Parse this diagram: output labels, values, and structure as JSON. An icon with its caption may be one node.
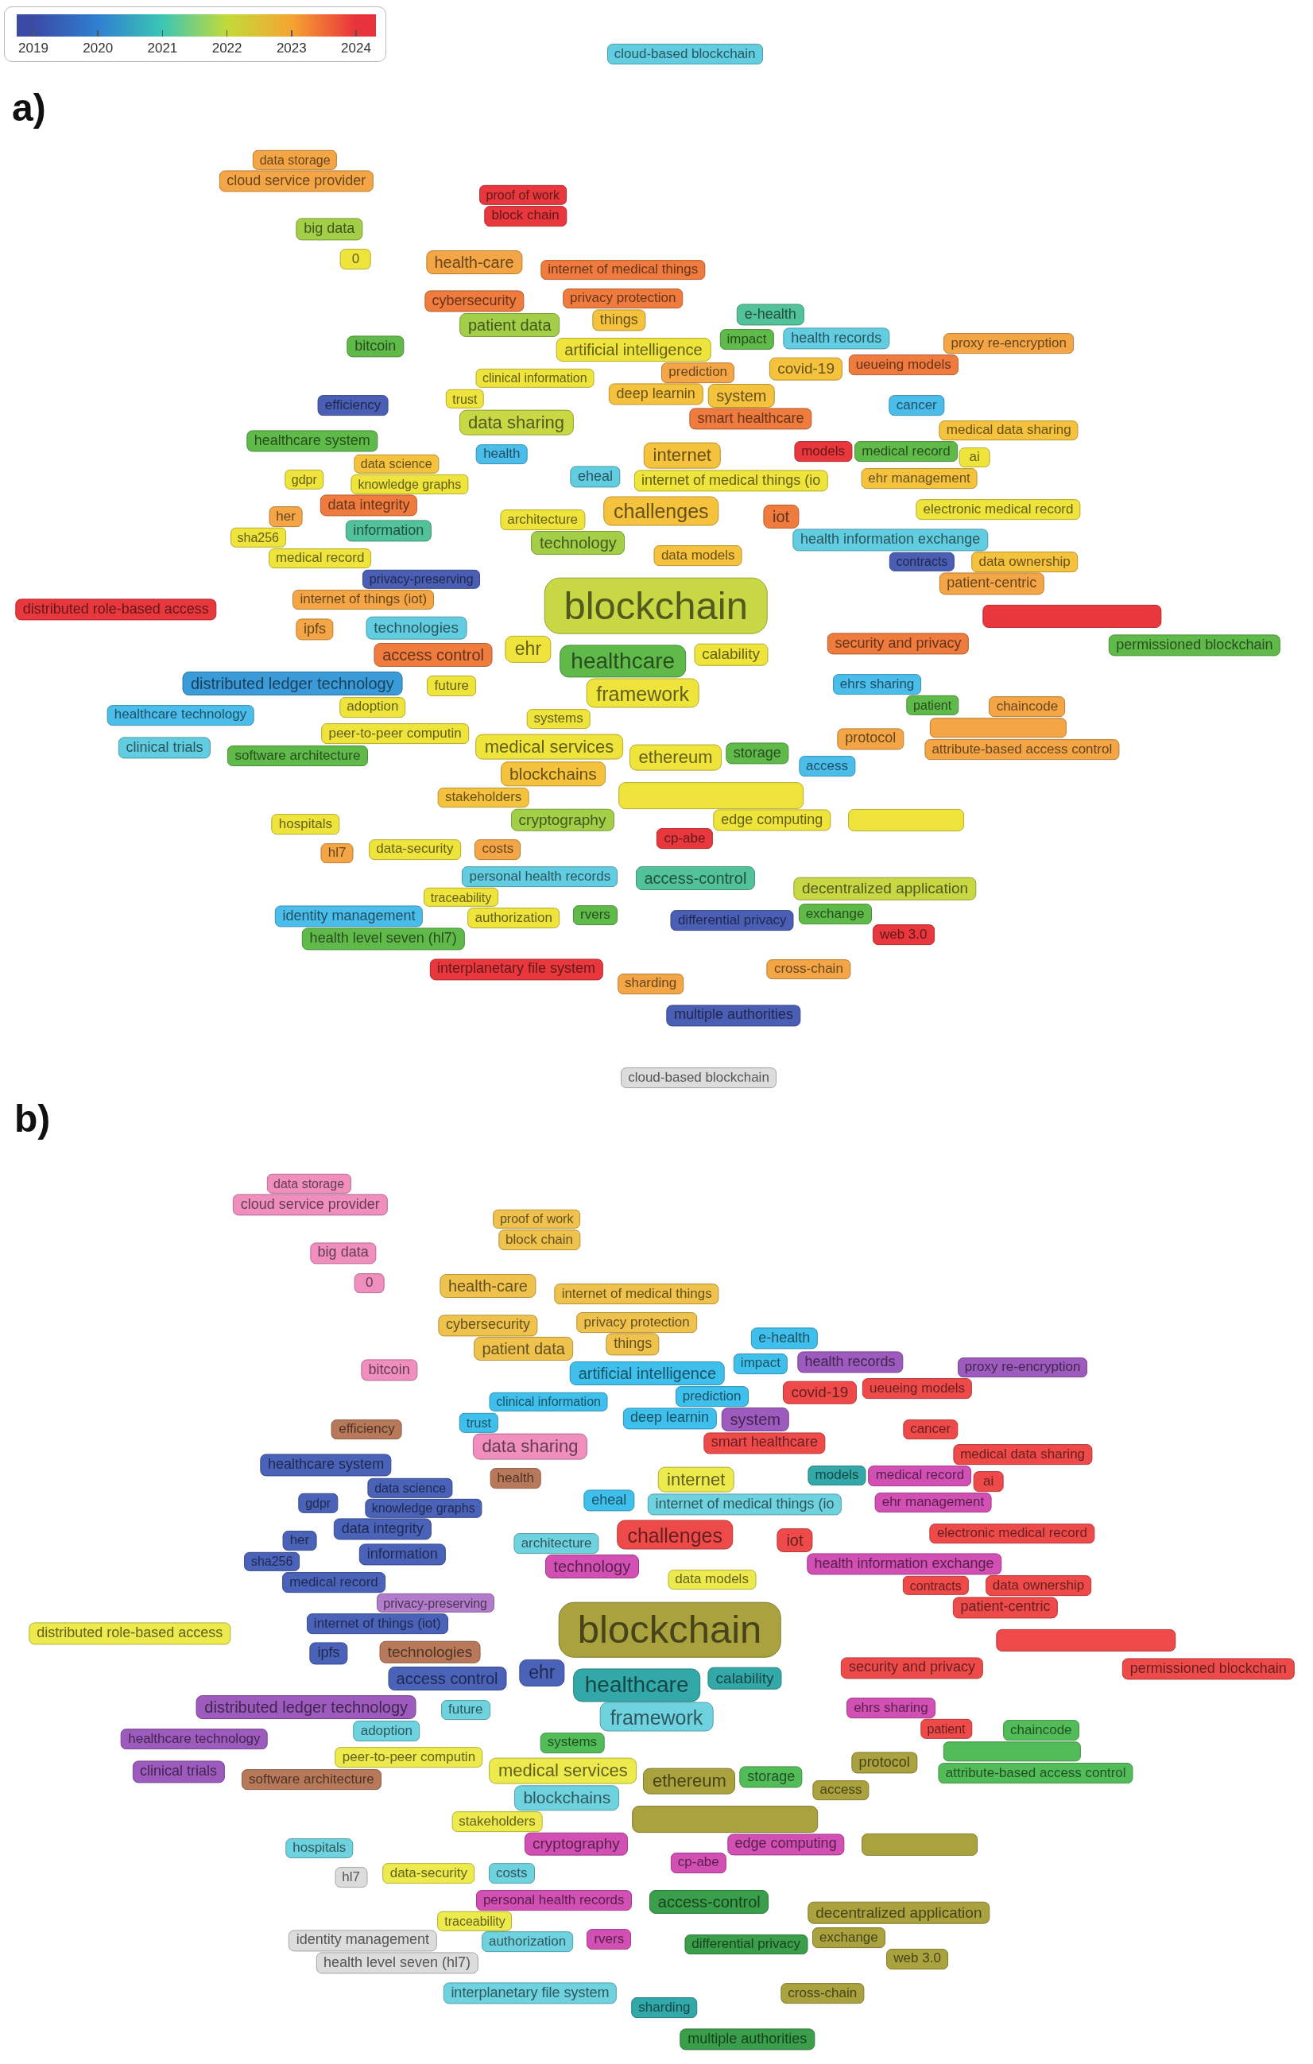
{
  "diagram": {
    "nodes": [
      {
        "text": [
          "cloud-based blockchain"
        ]
      },
      {
        "text": [
          "data storage"
        ]
      },
      {
        "text": [
          "cloud service provider"
        ]
      },
      {
        "text": [
          "proof of work"
        ]
      },
      {
        "text": [
          "block chain"
        ]
      },
      {
        "text": [
          "big data"
        ]
      },
      {
        "text": [
          "0"
        ]
      },
      {
        "text": [
          "health-care"
        ]
      },
      {
        "text": [
          "internet of medical things"
        ]
      },
      {
        "text": [
          "cybersecurity"
        ]
      },
      {
        "text": [
          "privacy protection"
        ]
      },
      {
        "text": [
          "things"
        ]
      },
      {
        "text": [
          "patient data"
        ]
      },
      {
        "text": [
          "e-health"
        ]
      },
      {
        "text": [
          "bitcoin"
        ]
      },
      {
        "text": [
          "impact"
        ]
      },
      {
        "text": [
          "health records"
        ]
      },
      {
        "text": [
          "proxy re-encryption"
        ]
      },
      {
        "text": [
          "artificial intelligence"
        ]
      },
      {
        "text": [
          "prediction"
        ]
      },
      {
        "text": [
          "covid-19"
        ]
      },
      {
        "text": [
          "ueueing models"
        ]
      },
      {
        "text": [
          "clinical information"
        ]
      },
      {
        "text": [
          "trust"
        ]
      },
      {
        "text": [
          "deep learnin"
        ]
      },
      {
        "text": [
          "system"
        ]
      },
      {
        "text": [
          "data sharing"
        ]
      },
      {
        "text": [
          "smart healthcare"
        ]
      },
      {
        "text": [
          "efficiency"
        ]
      },
      {
        "text": [
          "healthcare system"
        ]
      },
      {
        "text": [
          "cancer"
        ]
      },
      {
        "text": [
          "medical data sharing"
        ]
      },
      {
        "text": [
          "health"
        ]
      },
      {
        "text": [
          "data science"
        ]
      },
      {
        "text": [
          "gdpr"
        ]
      },
      {
        "text": [
          "knowledge graphs"
        ]
      },
      {
        "text": [
          "internet"
        ]
      },
      {
        "text": [
          "eheal"
        ]
      },
      {
        "text": [
          "internet of medical things (io"
        ]
      },
      {
        "text": [
          "models"
        ]
      },
      {
        "text": [
          "medical record"
        ]
      },
      {
        "text": [
          "ai"
        ]
      },
      {
        "text": [
          "ehr management"
        ]
      },
      {
        "text": [
          "data integrity"
        ]
      },
      {
        "text": [
          "architecture"
        ]
      },
      {
        "text": [
          "challenges"
        ]
      },
      {
        "text": [
          "iot"
        ]
      },
      {
        "text": [
          "electronic medical record"
        ]
      },
      {
        "text": [
          "her"
        ]
      },
      {
        "text": [
          "information"
        ]
      },
      {
        "text": [
          "sha256"
        ]
      },
      {
        "text": [
          "technology"
        ]
      },
      {
        "text": [
          "health information exchange"
        ]
      },
      {
        "text": [
          "medical record"
        ]
      },
      {
        "text": [
          "data models"
        ]
      },
      {
        "text": [
          "contracts"
        ]
      },
      {
        "text": [
          "data ownership"
        ]
      },
      {
        "text": [
          "patient-centric"
        ]
      },
      {
        "text": [
          "privacy-preserving"
        ]
      },
      {
        "text": [
          "internet of things (iot)"
        ]
      },
      {
        "text": [
          "blockchain"
        ]
      },
      {
        "text": [
          "distributed role-based access"
        ]
      },
      {
        "text": [],
        "shape": "box"
      },
      {
        "text": [
          "permissioned blockchain"
        ]
      },
      {
        "text": [
          "ipfs"
        ]
      },
      {
        "text": [
          "technologies"
        ]
      },
      {
        "text": [
          "ehr"
        ]
      },
      {
        "text": [
          "access control"
        ]
      },
      {
        "text": [
          "healthcare"
        ]
      },
      {
        "text": [
          "calability"
        ]
      },
      {
        "text": [
          "security and privacy"
        ]
      },
      {
        "text": [
          "distributed ledger technology"
        ]
      },
      {
        "text": [
          "future"
        ]
      },
      {
        "text": [
          "framework"
        ]
      },
      {
        "text": [
          "adoption"
        ]
      },
      {
        "text": [
          "ehrs sharing"
        ]
      },
      {
        "text": [
          "patient"
        ]
      },
      {
        "text": [
          "chaincode"
        ]
      },
      {
        "text": [
          "healthcare technology"
        ]
      },
      {
        "text": [
          "systems"
        ]
      },
      {
        "text": [],
        "shape": "box"
      },
      {
        "text": [
          "peer-to-peer computin"
        ]
      },
      {
        "text": [
          "clinical trials"
        ]
      },
      {
        "text": [
          "software architecture"
        ]
      },
      {
        "text": [
          "medical services"
        ]
      },
      {
        "text": [
          "ethereum"
        ]
      },
      {
        "text": [
          "storage"
        ]
      },
      {
        "text": [
          "protocol"
        ]
      },
      {
        "text": [
          "attribute-based access control"
        ]
      },
      {
        "text": [
          "access"
        ]
      },
      {
        "text": [
          "blockchains"
        ]
      },
      {
        "text": [
          "stakeholders"
        ]
      },
      {
        "text": [],
        "shape": "box"
      },
      {
        "text": [
          "hospitals"
        ]
      },
      {
        "text": [
          "cryptography"
        ]
      },
      {
        "text": [
          "edge computing"
        ]
      },
      {
        "text": [],
        "shape": "box"
      },
      {
        "text": [
          "cp-abe"
        ]
      },
      {
        "text": [
          "hl7"
        ]
      },
      {
        "text": [
          "data-security"
        ]
      },
      {
        "text": [
          "costs"
        ]
      },
      {
        "text": [
          "personal health records"
        ]
      },
      {
        "text": [
          "access-control"
        ]
      },
      {
        "text": [
          "traceability"
        ]
      },
      {
        "text": [
          "decentralized application"
        ]
      },
      {
        "text": [
          "identity management"
        ]
      },
      {
        "text": [
          "authorization"
        ]
      },
      {
        "text": [
          "rvers"
        ]
      },
      {
        "text": [
          "differential privacy"
        ]
      },
      {
        "text": [
          "exchange"
        ]
      },
      {
        "text": [
          "web 3.0"
        ]
      },
      {
        "text": [
          "health level seven (hl7)"
        ]
      },
      {
        "text": [
          "interplanetary file system"
        ]
      },
      {
        "text": [
          "sharding"
        ]
      },
      {
        "text": [
          "cross-chain"
        ]
      },
      {
        "text": [
          "multiple authorities"
        ]
      },
      {
        "text": [
          "cloud-based blockchain"
        ]
      },
      {
        "text": [
          "data storage"
        ]
      },
      {
        "text": [
          "cloud service provider"
        ]
      },
      {
        "text": [
          "proof of work"
        ]
      },
      {
        "text": [
          "block chain"
        ]
      },
      {
        "text": [
          "big data"
        ]
      },
      {
        "text": [
          "0"
        ]
      },
      {
        "text": [
          "health-care"
        ]
      },
      {
        "text": [
          "internet of medical things"
        ]
      },
      {
        "text": [
          "cybersecurity"
        ]
      },
      {
        "text": [
          "privacy protection"
        ]
      },
      {
        "text": [
          "things"
        ]
      },
      {
        "text": [
          "patient data"
        ]
      },
      {
        "text": [
          "e-health"
        ]
      },
      {
        "text": [
          "bitcoin"
        ]
      },
      {
        "text": [
          "impact"
        ]
      },
      {
        "text": [
          "health records"
        ]
      },
      {
        "text": [
          "proxy re-encryption"
        ]
      },
      {
        "text": [
          "artificial intelligence"
        ]
      },
      {
        "text": [
          "prediction"
        ]
      },
      {
        "text": [
          "covid-19"
        ]
      },
      {
        "text": [
          "ueueing models"
        ]
      },
      {
        "text": [
          "clinical information"
        ]
      },
      {
        "text": [
          "trust"
        ]
      },
      {
        "text": [
          "deep learnin"
        ]
      },
      {
        "text": [
          "system"
        ]
      },
      {
        "text": [
          "data sharing"
        ]
      },
      {
        "text": [
          "smart healthcare"
        ]
      },
      {
        "text": [
          "efficiency"
        ]
      },
      {
        "text": [
          "healthcare system"
        ]
      },
      {
        "text": [
          "cancer"
        ]
      },
      {
        "text": [
          "medical data sharing"
        ]
      },
      {
        "text": [
          "health"
        ]
      },
      {
        "text": [
          "data science"
        ]
      },
      {
        "text": [
          "gdpr"
        ]
      },
      {
        "text": [
          "knowledge graphs"
        ]
      },
      {
        "text": [
          "internet"
        ]
      },
      {
        "text": [
          "eheal"
        ]
      },
      {
        "text": [
          "internet of medical things (io"
        ]
      },
      {
        "text": [
          "models"
        ]
      },
      {
        "text": [
          "medical record"
        ]
      },
      {
        "text": [
          "ai"
        ]
      },
      {
        "text": [
          "ehr management"
        ]
      },
      {
        "text": [
          "data integrity"
        ]
      },
      {
        "text": [
          "architecture"
        ]
      },
      {
        "text": [
          "challenges"
        ]
      },
      {
        "text": [
          "iot"
        ]
      },
      {
        "text": [
          "electronic medical record"
        ]
      },
      {
        "text": [
          "her"
        ]
      },
      {
        "text": [
          "information"
        ]
      },
      {
        "text": [
          "sha256"
        ]
      },
      {
        "text": [
          "technology"
        ]
      },
      {
        "text": [
          "health information exchange"
        ]
      },
      {
        "text": [
          "medical record"
        ]
      },
      {
        "text": [
          "data models"
        ]
      },
      {
        "text": [
          "contracts"
        ]
      },
      {
        "text": [
          "data ownership"
        ]
      },
      {
        "text": [
          "patient-centric"
        ]
      },
      {
        "text": [
          "privacy-preserving"
        ]
      },
      {
        "text": [
          "internet of things (iot)"
        ]
      },
      {
        "text": [
          "blockchain"
        ]
      },
      {
        "text": [
          "distributed role-based access"
        ]
      },
      {
        "text": [],
        "shape": "box"
      },
      {
        "text": [
          "permissioned blockchain"
        ]
      },
      {
        "text": [
          "ipfs"
        ]
      },
      {
        "text": [
          "technologies"
        ]
      },
      {
        "text": [
          "ehr"
        ]
      },
      {
        "text": [
          "access control"
        ]
      },
      {
        "text": [
          "healthcare"
        ]
      },
      {
        "text": [
          "calability"
        ]
      },
      {
        "text": [
          "security and privacy"
        ]
      },
      {
        "text": [
          "distributed ledger technology"
        ]
      },
      {
        "text": [
          "future"
        ]
      },
      {
        "text": [
          "framework"
        ]
      },
      {
        "text": [
          "adoption"
        ]
      },
      {
        "text": [
          "ehrs sharing"
        ]
      },
      {
        "text": [
          "patient"
        ]
      },
      {
        "text": [
          "chaincode"
        ]
      },
      {
        "text": [
          "healthcare technology"
        ]
      },
      {
        "text": [
          "systems"
        ]
      },
      {
        "text": [],
        "shape": "box"
      },
      {
        "text": [
          "peer-to-peer computin"
        ]
      },
      {
        "text": [
          "clinical trials"
        ]
      },
      {
        "text": [
          "software architecture"
        ]
      },
      {
        "text": [
          "medical services"
        ]
      },
      {
        "text": [
          "ethereum"
        ]
      },
      {
        "text": [
          "storage"
        ]
      },
      {
        "text": [
          "protocol"
        ]
      },
      {
        "text": [
          "attribute-based access control"
        ]
      },
      {
        "text": [
          "access"
        ]
      },
      {
        "text": [
          "blockchains"
        ]
      },
      {
        "text": [
          "stakeholders"
        ]
      },
      {
        "text": [],
        "shape": "box"
      },
      {
        "text": [
          "hospitals"
        ]
      },
      {
        "text": [
          "cryptography"
        ]
      },
      {
        "text": [
          "edge computing"
        ]
      },
      {
        "text": [],
        "shape": "box"
      },
      {
        "text": [
          "cp-abe"
        ]
      },
      {
        "text": [
          "hl7"
        ]
      },
      {
        "text": [
          "data-security"
        ]
      },
      {
        "text": [
          "costs"
        ]
      },
      {
        "text": [
          "personal health records"
        ]
      },
      {
        "text": [
          "access-control"
        ]
      },
      {
        "text": [
          "traceability"
        ]
      },
      {
        "text": [
          "decentralized application"
        ]
      },
      {
        "text": [
          "identity management"
        ]
      },
      {
        "text": [
          "authorization"
        ]
      },
      {
        "text": [
          "rvers"
        ]
      },
      {
        "text": [
          "differential privacy"
        ]
      },
      {
        "text": [
          "exchange"
        ]
      },
      {
        "text": [
          "web 3.0"
        ]
      },
      {
        "text": [
          "health level seven (hl7)"
        ]
      },
      {
        "text": [
          "interplanetary file system"
        ]
      },
      {
        "text": [
          "sharding"
        ]
      },
      {
        "text": [
          "cross-chain"
        ]
      },
      {
        "text": [
          "multiple authorities"
        ]
      }
    ],
    "labels": [
      "a)",
      "b)"
    ],
    "legend": [
      {
        "text": "2019",
        "color": "#3b4aa5"
      },
      {
        "text": "2020",
        "color": "#2f7fd0"
      },
      {
        "text": "2021",
        "color": "#3cc6b4"
      },
      {
        "text": "2022",
        "color": "#c2da3a"
      },
      {
        "text": "2023",
        "color": "#f5a531"
      },
      {
        "text": "2024",
        "color": "#e8323c"
      }
    ]
  }
}
